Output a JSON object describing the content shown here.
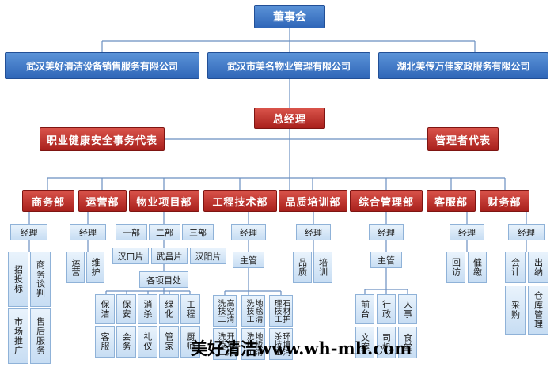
{
  "top": {
    "board": "董事会",
    "gm": "总经理"
  },
  "companies": [
    "武汉美好清洁设备销售服务有限公司",
    "武汉市美名物业管理有限公司",
    "湖北美传万佳家政服务有限公司"
  ],
  "reps": {
    "ehs": "职业健康安全事务代表",
    "mgmt": "管理者代表"
  },
  "depts": [
    "商务部",
    "运营部",
    "物业项目部",
    "工程技术部",
    "品质培训部",
    "综合管理部",
    "客服部",
    "财务部"
  ],
  "common": {
    "manager": "经理",
    "supervisor": "主管"
  },
  "commerce": {
    "items": [
      "招投标",
      "商务谈判",
      "市场推广",
      "售后服务"
    ]
  },
  "ops": {
    "items": [
      "运营",
      "维护"
    ]
  },
  "property": {
    "sections": [
      "一部",
      "二部",
      "三部"
    ],
    "areas": [
      "汉口片",
      "武昌片",
      "汉阳片"
    ],
    "projects_office": "各项目处",
    "roles": [
      "保洁",
      "保安",
      "消杀",
      "绿化",
      "工程",
      "客服",
      "会务",
      "礼仪",
      "管家",
      "厨师"
    ]
  },
  "engineering": {
    "techs": [
      "高空清洗技工",
      "地毯清洗技工",
      "石材护理技工",
      "开荒清洗技工",
      "地板清洗技工",
      "环境消杀技工"
    ]
  },
  "quality": {
    "items": [
      "品质",
      "培训"
    ]
  },
  "admin": {
    "items": [
      "前台",
      "行政",
      "人事",
      "文案",
      "司机",
      "食堂"
    ]
  },
  "service": {
    "items": [
      "回访",
      "催缴"
    ]
  },
  "finance": {
    "items": [
      "会计",
      "出纳",
      "采购",
      "仓库管理"
    ]
  },
  "watermark": "美好清洁www.wh-mh.com"
}
